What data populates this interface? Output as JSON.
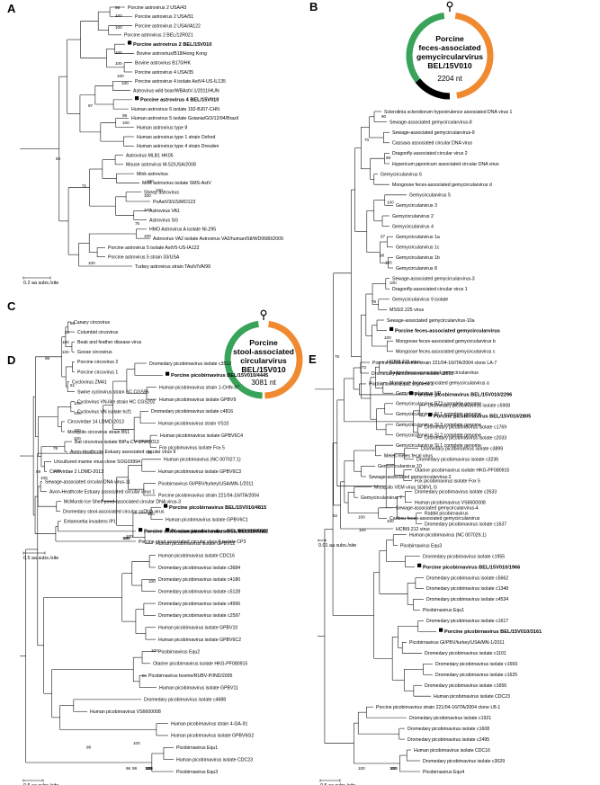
{
  "panels": [
    {
      "letter": "A",
      "scale_label": "0.2 aa subs./site",
      "leaves": [
        "Porcine astrovirus 2 USA/43",
        "Porcine astrovirus 2 USA/51",
        "Porcine astrovirus 2 USA/IA122",
        "Porcine astrovirus 2 BEL/12R021",
        "Porcine astrovirus 2 BEL/15V010",
        "Bovine astrovirus/B18/Hong Kong",
        "Bovine astrovirus B170/HK",
        "Porcine astrovirus 4 USA/35",
        "Porcine astrovirus 4 isolate AstV4-US-IL135",
        "Astrovirus wild boar/WBAstV-1/2011/HUN",
        "Porcine astrovirus 4 BEL/15V010",
        "Human astrovirus 6 isolate 192-BJ07-CHN",
        "Human astrovirus 5 isolate Goiania/GO/12/94/Brazil",
        "Human astrovirus type 8",
        "Human astrovirus type 1 strain Oxford",
        "Human astrovirus type 4 strain Dresden",
        "Astrovirus MLB1 HK05",
        "Mouse astrovirus M-52/USA/2008",
        "Mink astrovirus",
        "Mink astrovirus isolate SMS-AstV",
        "Sheep astrovirus",
        "PoAstV3/US/MO123",
        "Astrovirus VA1",
        "Astrovirus SG",
        "HMO Astrovirus A isolate NI-295",
        "Astrovirus VA2 isolate Astrovirus VA2/human/Stl/WD0680/2009",
        "Porcine astrovirus 5 isolate AstV5-US-IA122",
        "Porcine astrovirus 5 strain 33/USA",
        "Turkey astrovirus strain TAstV/VA/99"
      ],
      "highlighted": [
        4,
        10
      ],
      "bootstraps": [
        "98",
        "100",
        "100",
        "100",
        "100",
        "100",
        "100",
        "97",
        "99",
        "100",
        "83",
        "71",
        "100",
        "100",
        "100",
        "100",
        "75",
        "100",
        "100"
      ]
    },
    {
      "letter": "B",
      "scale_label": "0.01 aa subs./site",
      "ring_title": "Porcine\nfeces-associated\ngemycircularvirus\nBEL/15V010",
      "ring_length": "2204 nt",
      "leaves": [
        "Sclerotinia sclerotiorum hypovirulence associated DNA virus 1",
        "Sewage-associated gemycircularvirus-8",
        "Sewage-associated gemycircularvirus-9",
        "Cassava associated circular DNA virus",
        "Dragonfly-associated circular virus 2",
        "Hypericum japonicum associated circular DNA virus",
        "Gemycircularvirus 6",
        "Mongoose feces-associated gemycircularvirus d",
        "Gemycircularvirus 5",
        "Gemycircularvirus 3",
        "Gemycircularvirus 2",
        "Gemycircularvirus 4",
        "Gemycircularvirus 1a",
        "Gemycircularvirus 1c",
        "Gemycircularvirus 1b",
        "Gemycircularvirus 8",
        "Sewage-associated gemycircularvirus-3",
        "Dragonfly-associated circular virus 1",
        "Gemycircularvirus 9 isolate",
        "MSSI2.225 virus",
        "Sewage-associated gemycircularvirus-10a",
        "Porcine feces-associated gemycircularvirus",
        "Mongoose feces-associated gemycircularvirus b",
        "Mongoose feces-associated gemycircularvirus c",
        "HCBI8.215 virus",
        "Badger feces-associated gemycircularvirus",
        "Mongoose feces-associated gemycircularvirus a",
        "Gemycircularvirus NP",
        "Gemycircularvirus BZ2 complete genome",
        "Gemycircularvirus SL1 complete genome",
        "Gemycircularvirus SL3 complete genome",
        "Gemycircularvirus SL2 complete genome",
        "Gemycircularvirus SL1 complete genome",
        "Meles meles fecal virus",
        "Gemycircularvirus 10",
        "Sewage-associated gemycircularvirus-2",
        "Mosquito VEM virus SDBVL G",
        "Gemycircularvirus 7",
        "Sewage-associated gemycircularvirus-4",
        "Caribou feces-associated gemycircularvirus",
        "HCBI9.212 virus"
      ],
      "highlighted": [
        21
      ],
      "bootstraps": [
        "90",
        "70",
        "99",
        "100",
        "97",
        "98",
        "100",
        "100",
        "78",
        "100",
        "72",
        "76",
        "62",
        "100"
      ]
    },
    {
      "letter": "C",
      "scale_label": "0.5 aa subs./site",
      "ring_title": "Porcine\nstool-associated\ncircularvirus\nBEL/15V010",
      "ring_length": "3081 nt",
      "leaves": [
        "Canary circovirus",
        "Columbid circovirus",
        "Beak and feather disease virus",
        "Goose circovirus",
        "Porcine circovirus 2",
        "Porcine circovirus 1",
        "Cyclovirus ZM41",
        "Swine cyclovirus strain SC CGS96",
        "Cyclovirus VN-like strain HC CGS202",
        "Cyclovirus VN isolate hcf1",
        "Circovirdae 14 LDMD-2013",
        "Mosquito circovirus strain B51",
        "Bat circovirus isolate BtPa-CV-3/NX2013",
        "Avon-Heathcote Estuary associated circular virus 9",
        "Uncultured marine virus clone SOG03994",
        "Circovirdae 2 LDMD-2013",
        "Sewage-associated circular DNA virus-11",
        "Avon-Heathcote Estuary associated circular virus 1",
        "McMurdo Ice Shelf pond-associated circular DNA virus-3",
        "Dromedary stool-associated circular ssDNA virus",
        "Entamoeba invadens IP1",
        "Porcine stool-associated circular virus BEL/15V010",
        "Porcine stool-associated circular virus 5 isolate CP3"
      ],
      "highlighted": [
        21
      ],
      "bootstraps": [
        "88",
        "82",
        "100",
        "100",
        "96",
        "61",
        "100",
        "100",
        "100",
        "100",
        "78",
        "100",
        "89",
        "100",
        "100",
        "100",
        "100"
      ]
    },
    {
      "letter": "D",
      "scale_label": "0.5 aa subs./site",
      "leaves": [
        "Dromedary picobirnavirus isolate c3512",
        "Porcine picobirnavirus BEL/15V010/4445",
        "Human picobirnavirus strain 1-CHN-97",
        "Human picobirnavirus isolate GPBV9",
        "Dromedary picobirnavirus isolate c4816",
        "Human picobirnavirus strain VS10",
        "Human picobirnavirus isolate GPBV6C4",
        "Fox picobirnavirus isolate Fox 5",
        "Human picobirnavirus (NC 007027.1)",
        "Human picobirnavirus isolate GPBV6C3",
        "Picobirnavirus GI/PBV/turkey/USA/MN-1/2011",
        "Porcine picobirnavirus strain 221/04-16/ITA/2004",
        "Porcine picobirnavirus BEL/15V010/4815",
        "Human picobirnavirus isolate GPBV6C1",
        "Porcine picobirnavirus BEL/15V010/5682",
        "Human picobirnavirus isolate GPBV12",
        "Human picobirnavirus isolate CDC16",
        "Dromedary picobirnavirus isolate c3684",
        "Dromedary picobirnavirus isolate c4180",
        "Dromedary picobirnavirus isolate c5128",
        "Dromedary picobirnavirus isolate c4566",
        "Dromedary picobirnavirus isolate c2597",
        "Human picobirnavirus isolate GPBV10",
        "Human picobirnavirus isolate GPBV6C2",
        "Picobirnavirus Equ2",
        "Otarine picobirnavirus isolate HKG-PF080915",
        "Picobirnavirus bovine/RUBV-P/IND/2005",
        "Human picobirnavirus isolate GPBV11",
        "Dromedary picobirnavirus isolate c4688",
        "Human picobirnavirus VS6600008",
        "Human picobirnavirus strain 4-GA-91",
        "Human picobirnavirus isolate GPBV6G2",
        "Picobirnavirus Equ1",
        "Human picobirnavirus isolate CDC23",
        "Picobirnavirus Equ3"
      ],
      "highlighted": [
        1,
        12,
        14
      ],
      "bootstraps": [
        "96",
        "100",
        "100",
        "100",
        "100",
        "100",
        "100",
        "100",
        "84",
        "98",
        "96",
        "99"
      ]
    },
    {
      "letter": "E",
      "scale_label": "0.5 aa subs./site",
      "leaves": [
        "Porcine picobirnavirus strain 221/04-16/ITA/2004 clone LA-7",
        "Dromedary picobirnavirus isolate c1591",
        "Picobirnavirus Equ2 segment 1",
        "Porcine picobirnavirus BEL/15V010/2296",
        "Dromedary picobirnavirus isolate c5908",
        "Porcine picobirnavirus BEL/15V010/2805",
        "Dromedary picobirnavirus isolate c1769",
        "Dromedary picobirnavirus isolate c2033",
        "Dromedary picobirnavirus isolate c3899",
        "Dromedary picobirnavirus isolate c3236",
        "Otarine picobirnavirus isolate HKG-PF080915",
        "Fox picobirnavirus isolate Fox 5",
        "Dromedary picobirnavirus isolate c2633",
        "Human picobirnavirus VS6600008",
        "Rabbit picobirnavirus",
        "Dromedary picobirnavirus isolate c1637",
        "Human picobirnavirus (NC 007026.1)",
        "Picobirnavirus Equ3",
        "Dromedary picobirnavirus isolate c1955",
        "Porcine picobirnavirus BEL/15V010/1966",
        "Dromedary picobirnavirus isolate c5662",
        "Dromedary picobirnavirus isolate c1348",
        "Dromedary picobirnavirus isolate c4534",
        "Picobirnavirus Equ1",
        "Dromedary picobirnavirus isolate c1617",
        "Porcine picobirnavirus BEL/15V010/3161",
        "Picobirnavirus GI/PBV/turkey/USA/MN-1/2011",
        "Dromedary picobirnavirus isolate c1101",
        "Dromedary picobirnavirus isolate c1669",
        "Dromedary picobirnavirus isolate c1625",
        "Dromedary picobirnavirus isolate c1656",
        "Human picobirnavirus isolate CDC23",
        "Porcine picobirnavirus strain 221/04-16/ITA/2004 clone LB-1",
        "Dromedary picobirnavirus isolate c1921",
        "Dromedary picobirnavirus isolate c1608",
        "Dromedary picobirnavirus isolate c2495",
        "Human picobirnavirus isolate CDC16",
        "Dromedary picobirnavirus isolate c3029",
        "Picobirnavirus Equ4"
      ],
      "highlighted": [
        3,
        5,
        19,
        25
      ],
      "bootstraps": [
        "100",
        "100",
        "100",
        "100",
        "100"
      ]
    }
  ]
}
